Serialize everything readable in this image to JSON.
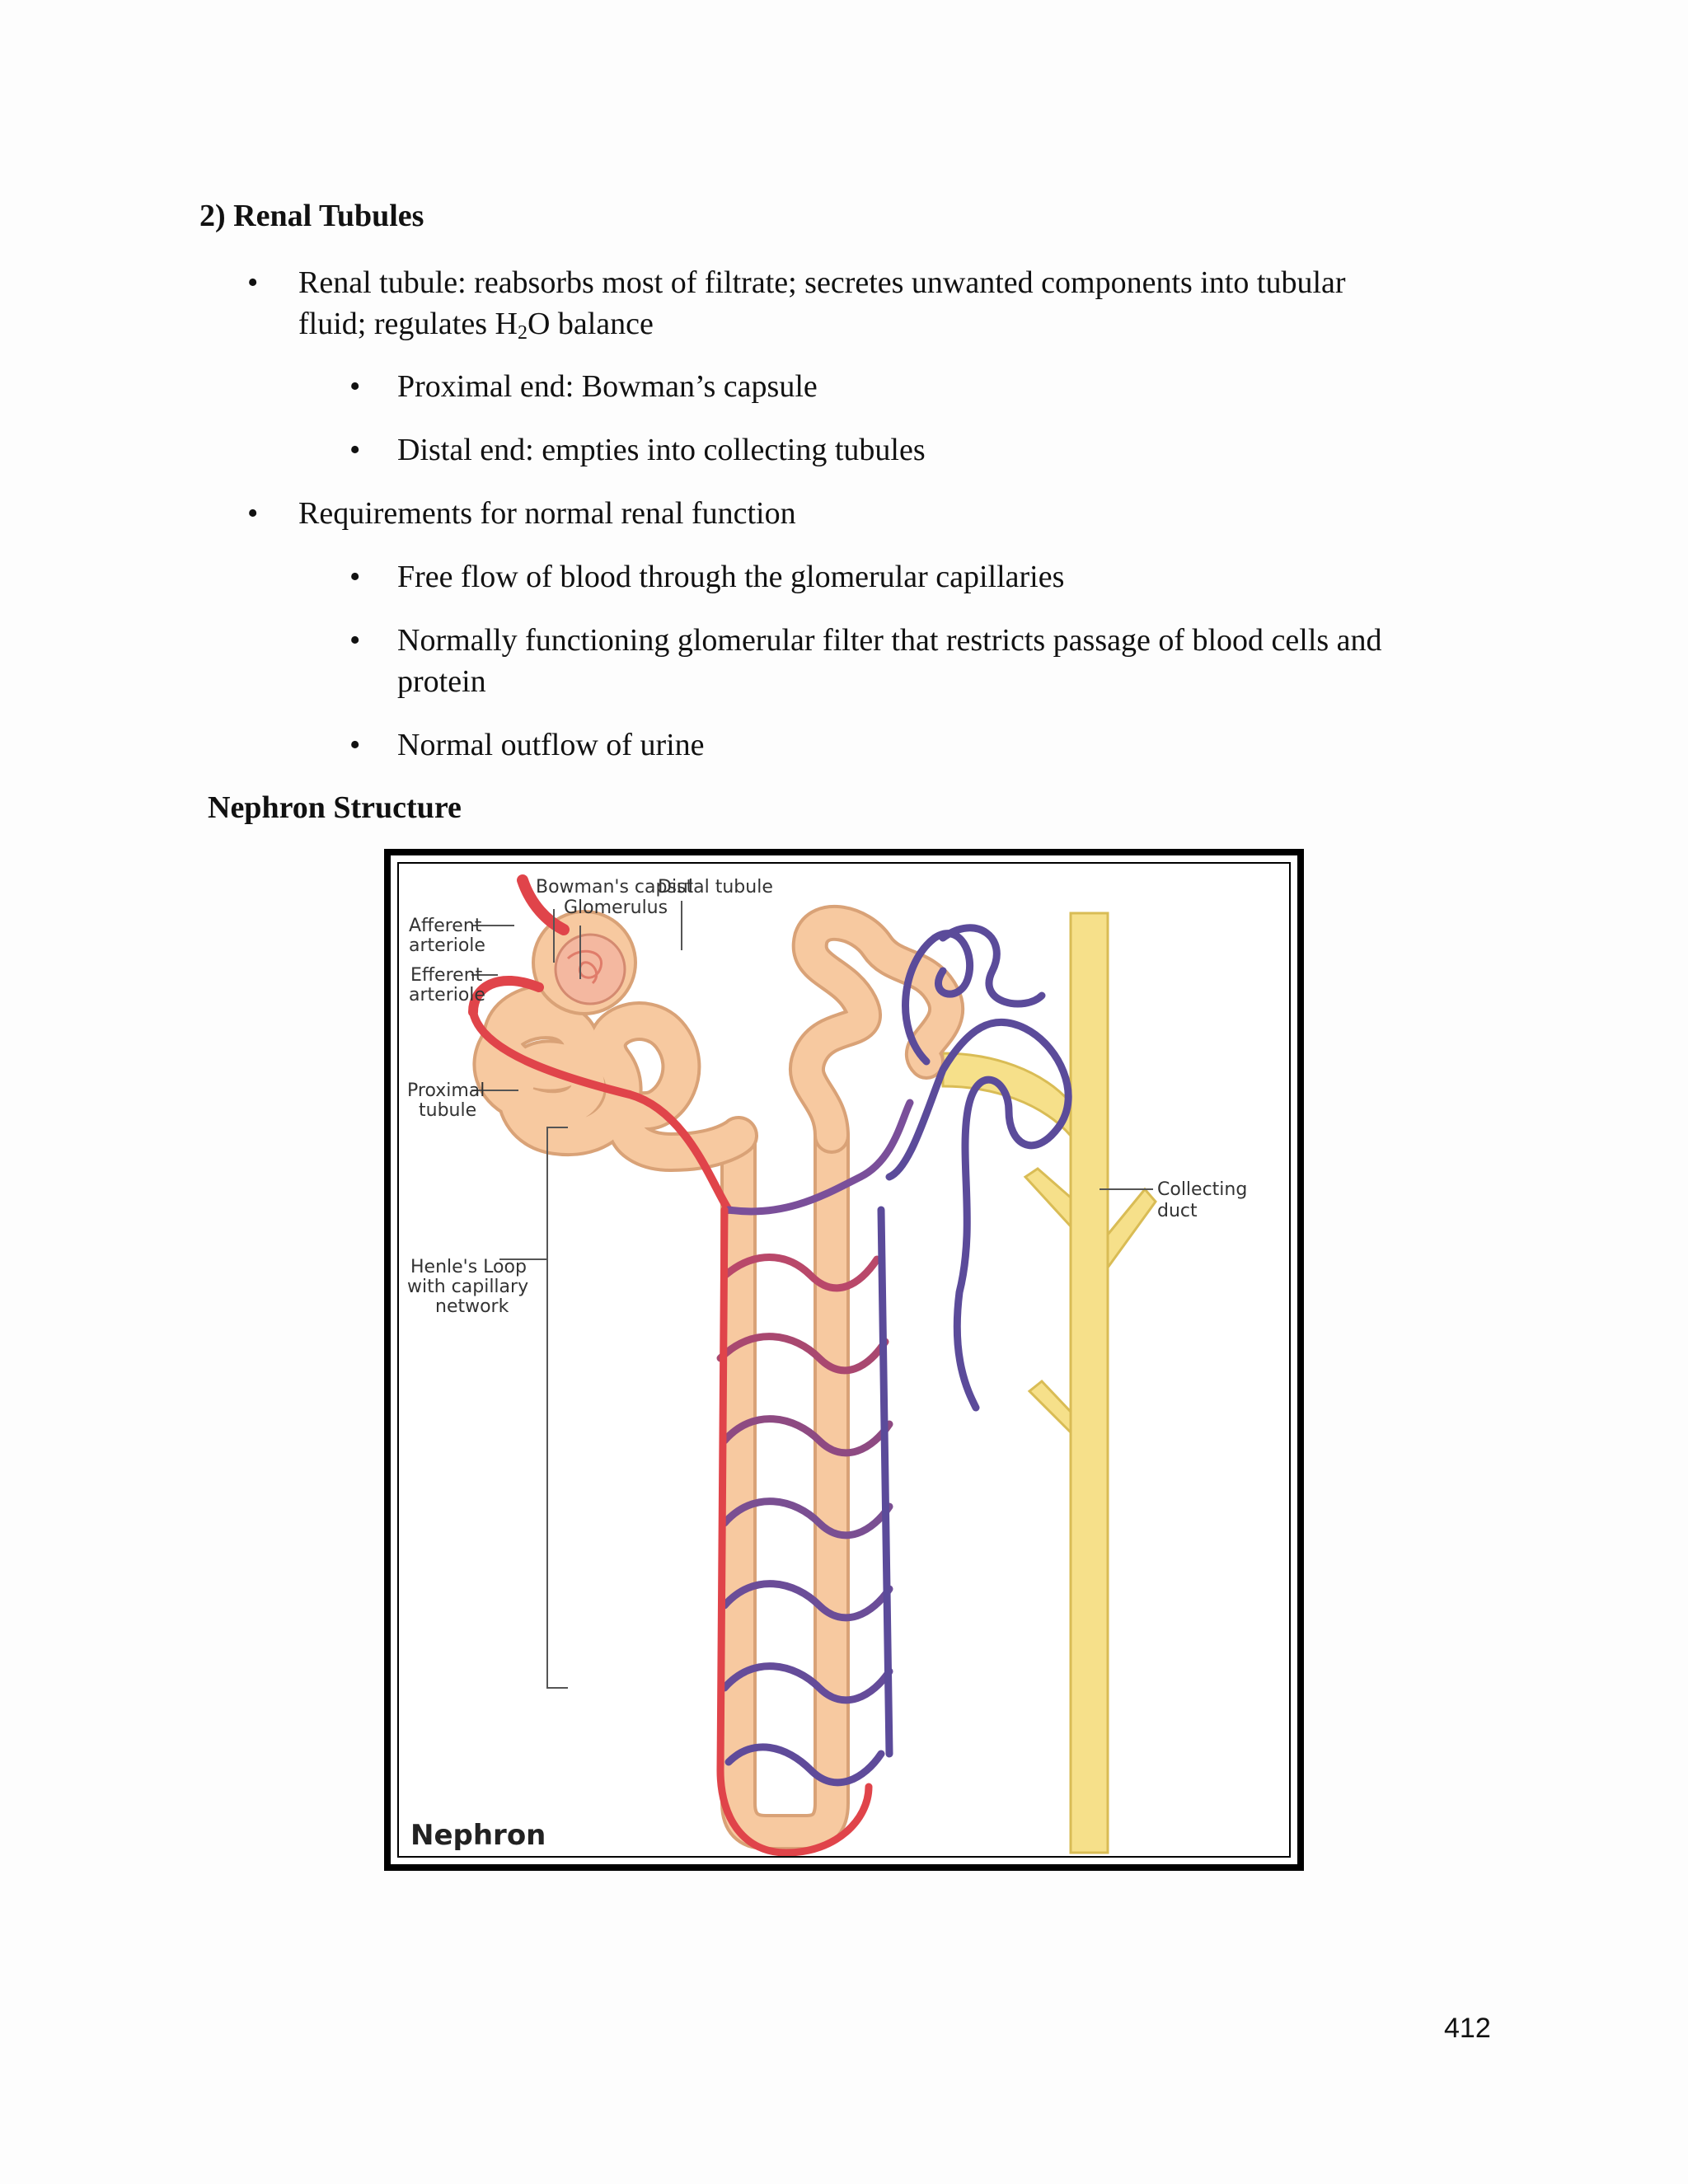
{
  "section": {
    "title": "2) Renal Tubules"
  },
  "bullets": {
    "b1": {
      "text_a": "Renal tubule: reabsorbs most of filtrate;  secretes unwanted components into tubular",
      "text_b_pre": "fluid; regulates H",
      "text_b_sub": "2",
      "text_b_post": "O balance"
    },
    "b1a": "Proximal end: Bowman’s capsule",
    "b1b": "Distal end: empties into collecting tubules",
    "b2": "Requirements for normal renal function",
    "b2a": "Free flow of blood through the glomerular capillaries",
    "b2b_a": "Normally functioning glomerular filter that restricts passage of blood cells and",
    "b2b_b": "protein",
    "b2c": "Normal outflow of urine",
    "marker": "•"
  },
  "figure": {
    "heading": "Nephron Structure",
    "labels": {
      "bowmans": "Bowman's capsul",
      "glomerulus": "Glomerulus",
      "distal": "Distal tubule",
      "afferent_1": "Afferent",
      "afferent_2": "arteriole",
      "efferent_1": "Efferent",
      "efferent_2": "arteriole",
      "proximal_1": "Proximal",
      "proximal_2": "tubule",
      "henle_1": "Henle's Loop",
      "henle_2": "with capillary",
      "henle_3": "network",
      "collecting_1": "Collecting",
      "collecting_2": "duct",
      "title": "Nephron"
    },
    "colors": {
      "tubule": "#f7c9a0",
      "tubule_edge": "#d9a277",
      "artery": "#e0444a",
      "vein": "#5b4b9a",
      "duct": "#f6e08a",
      "duct_edge": "#d9bc55"
    }
  },
  "page_number": "412"
}
